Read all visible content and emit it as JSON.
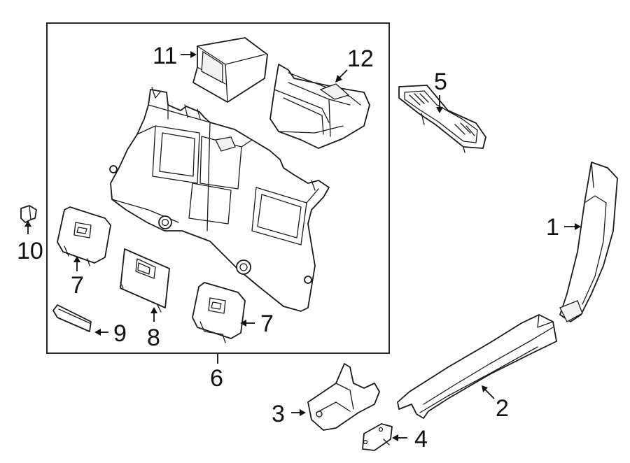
{
  "callouts": {
    "c1": "1",
    "c2": "2",
    "c3": "3",
    "c4": "4",
    "c5": "5",
    "c6": "6",
    "c7a": "7",
    "c7b": "7",
    "c8": "8",
    "c9": "9",
    "c10": "10",
    "c11": "11",
    "c12": "12"
  }
}
